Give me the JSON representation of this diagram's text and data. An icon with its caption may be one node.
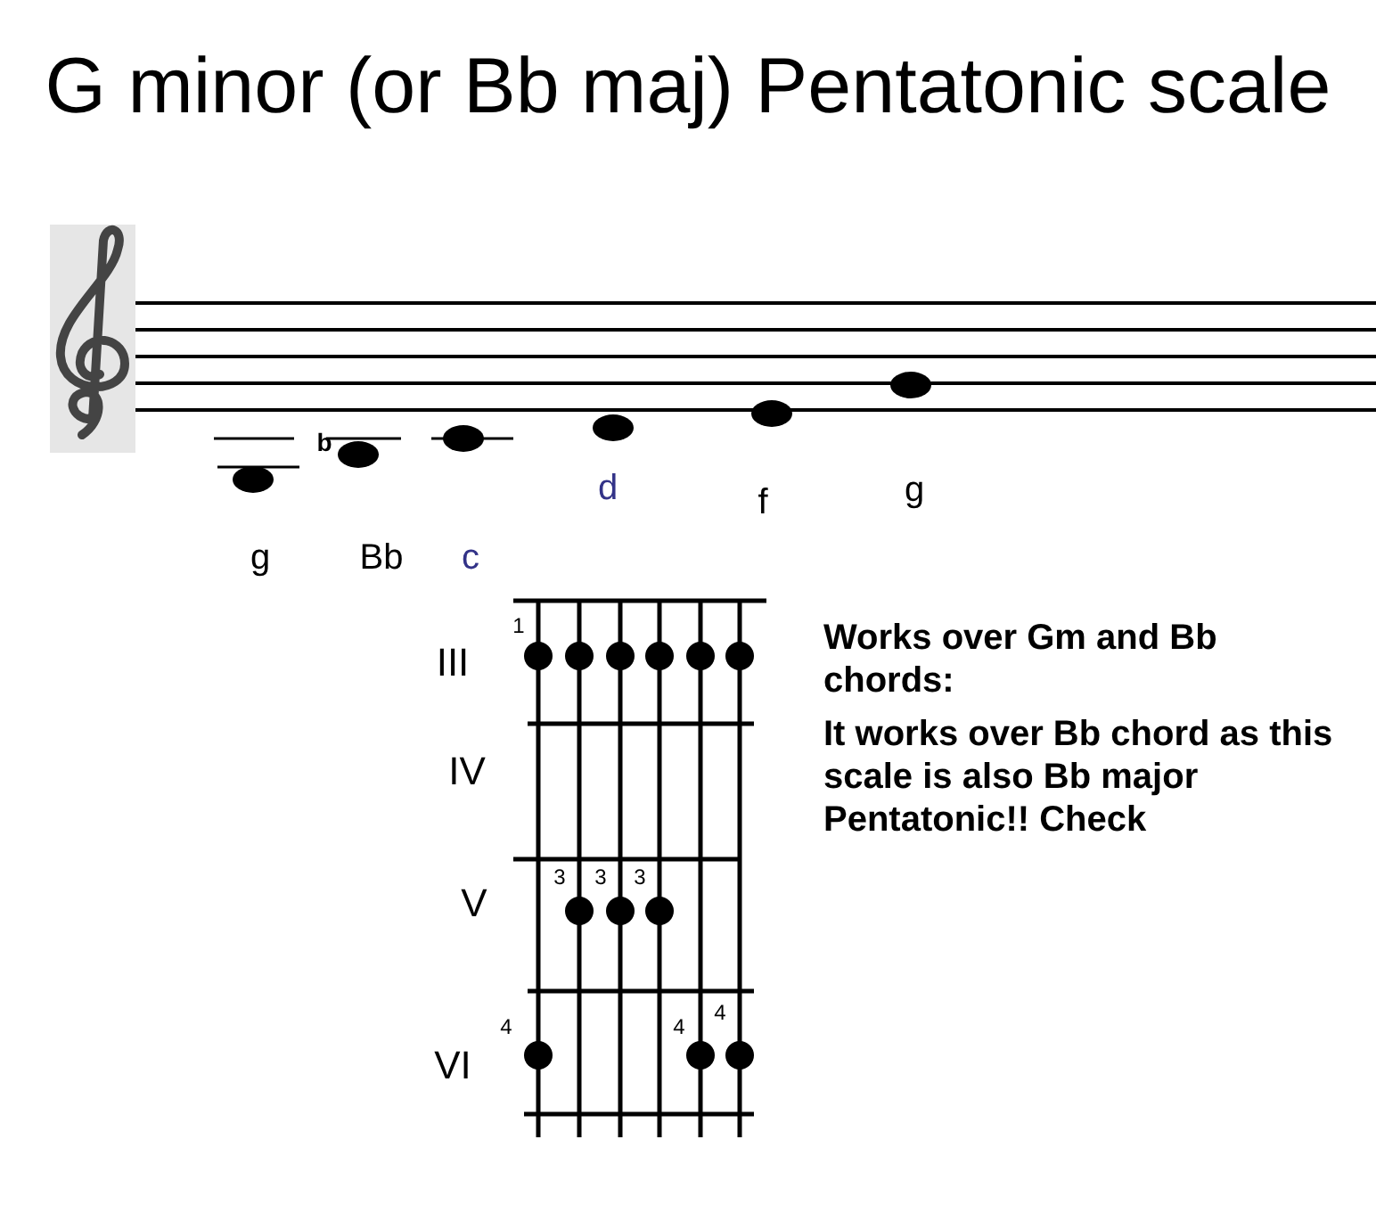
{
  "diagram": {
    "title": "G minor (or Bb maj) Pentatonic scale",
    "labels": [
      "b",
      "g",
      "Bb",
      "c",
      "d",
      "f",
      "g",
      "III",
      "IV",
      "V",
      "VI",
      "1",
      "3",
      "3",
      "3",
      "4",
      "4",
      "4",
      "Works over Gm and Bb chords:",
      "It works over Bb chord as this scale is also Bb major Pentatonic!! Check"
    ]
  }
}
